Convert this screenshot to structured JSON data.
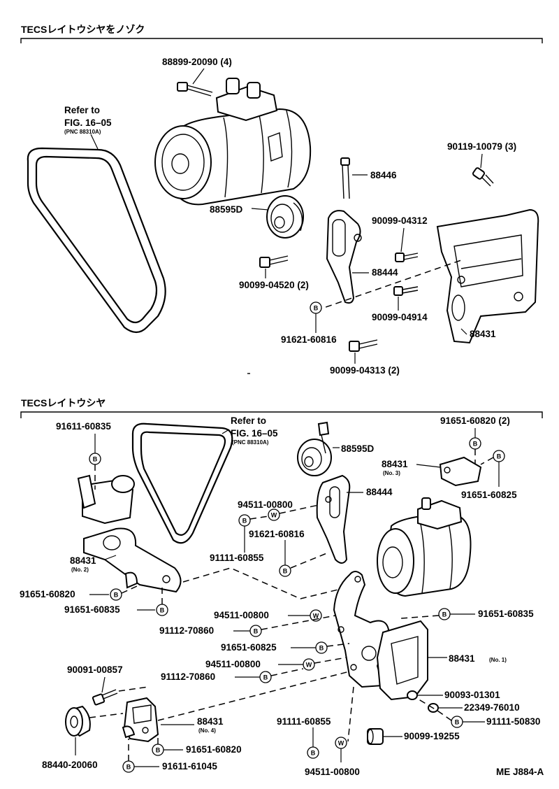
{
  "sections": {
    "top_title": "TECSレイトウシヤをノゾク",
    "bottom_title": "TECSレイトウシヤ"
  },
  "footer": {
    "drawing_id": "ME J884-A"
  },
  "badges": {
    "bolt": "B",
    "washer": "W"
  },
  "top": {
    "refer_line1": "Refer to",
    "refer_line2": "FIG. 16–05",
    "refer_pnc": "(PNC 88310A)",
    "l_88899": "88899-20090 (4)",
    "l_90119": "90119-10079 (3)",
    "l_88446": "88446",
    "l_88595d": "88595D",
    "l_90099_04312": "90099-04312",
    "l_88444": "88444",
    "l_90099_04520": "90099-04520 (2)",
    "l_90099_04914": "90099-04914",
    "l_88431": "88431",
    "l_91621": "91621-60816",
    "l_90099_04313": "90099-04313 (2)"
  },
  "bottom": {
    "l_91611_60835": "91611-60835",
    "refer_line1": "Refer to",
    "refer_line2": "FIG. 16–05",
    "refer_pnc": "(PNC 88310A)",
    "l_88595d": "88595D",
    "l_91651_60820_2": "91651-60820 (2)",
    "l_88431_no3": "88431",
    "no3": "(No. 3)",
    "l_91651_60825_a": "91651-60825",
    "l_94511_a": "94511-00800",
    "l_88444": "88444",
    "l_91621": "91621-60816",
    "l_91111_60855_a": "91111-60855",
    "l_88431_no2": "88431",
    "no2": "(No. 2)",
    "l_91651_60820_a": "91651-60820",
    "l_91651_60835_a": "91651-60835",
    "l_94511_b": "94511-00800",
    "l_91112_a": "91112-70860",
    "l_91651_60825_b": "91651-60825",
    "l_94511_c": "94511-00800",
    "l_91112_b": "91112-70860",
    "l_91651_60835_b": "91651-60835",
    "l_88431_no1": "88431",
    "no1": "(No. 1)",
    "l_90091": "90091-00857",
    "l_90093": "90093-01301",
    "l_22349": "22349-76010",
    "l_91111_50830": "91111-50830",
    "l_88431_no4": "88431",
    "no4": "(No. 4)",
    "l_91111_60855_b": "91111-60855",
    "l_90099_19255": "90099-19255",
    "l_91651_60820_b": "91651-60820",
    "l_88440": "88440-20060",
    "l_94511_d": "94511-00800",
    "l_91611_61045": "91611-61045"
  }
}
